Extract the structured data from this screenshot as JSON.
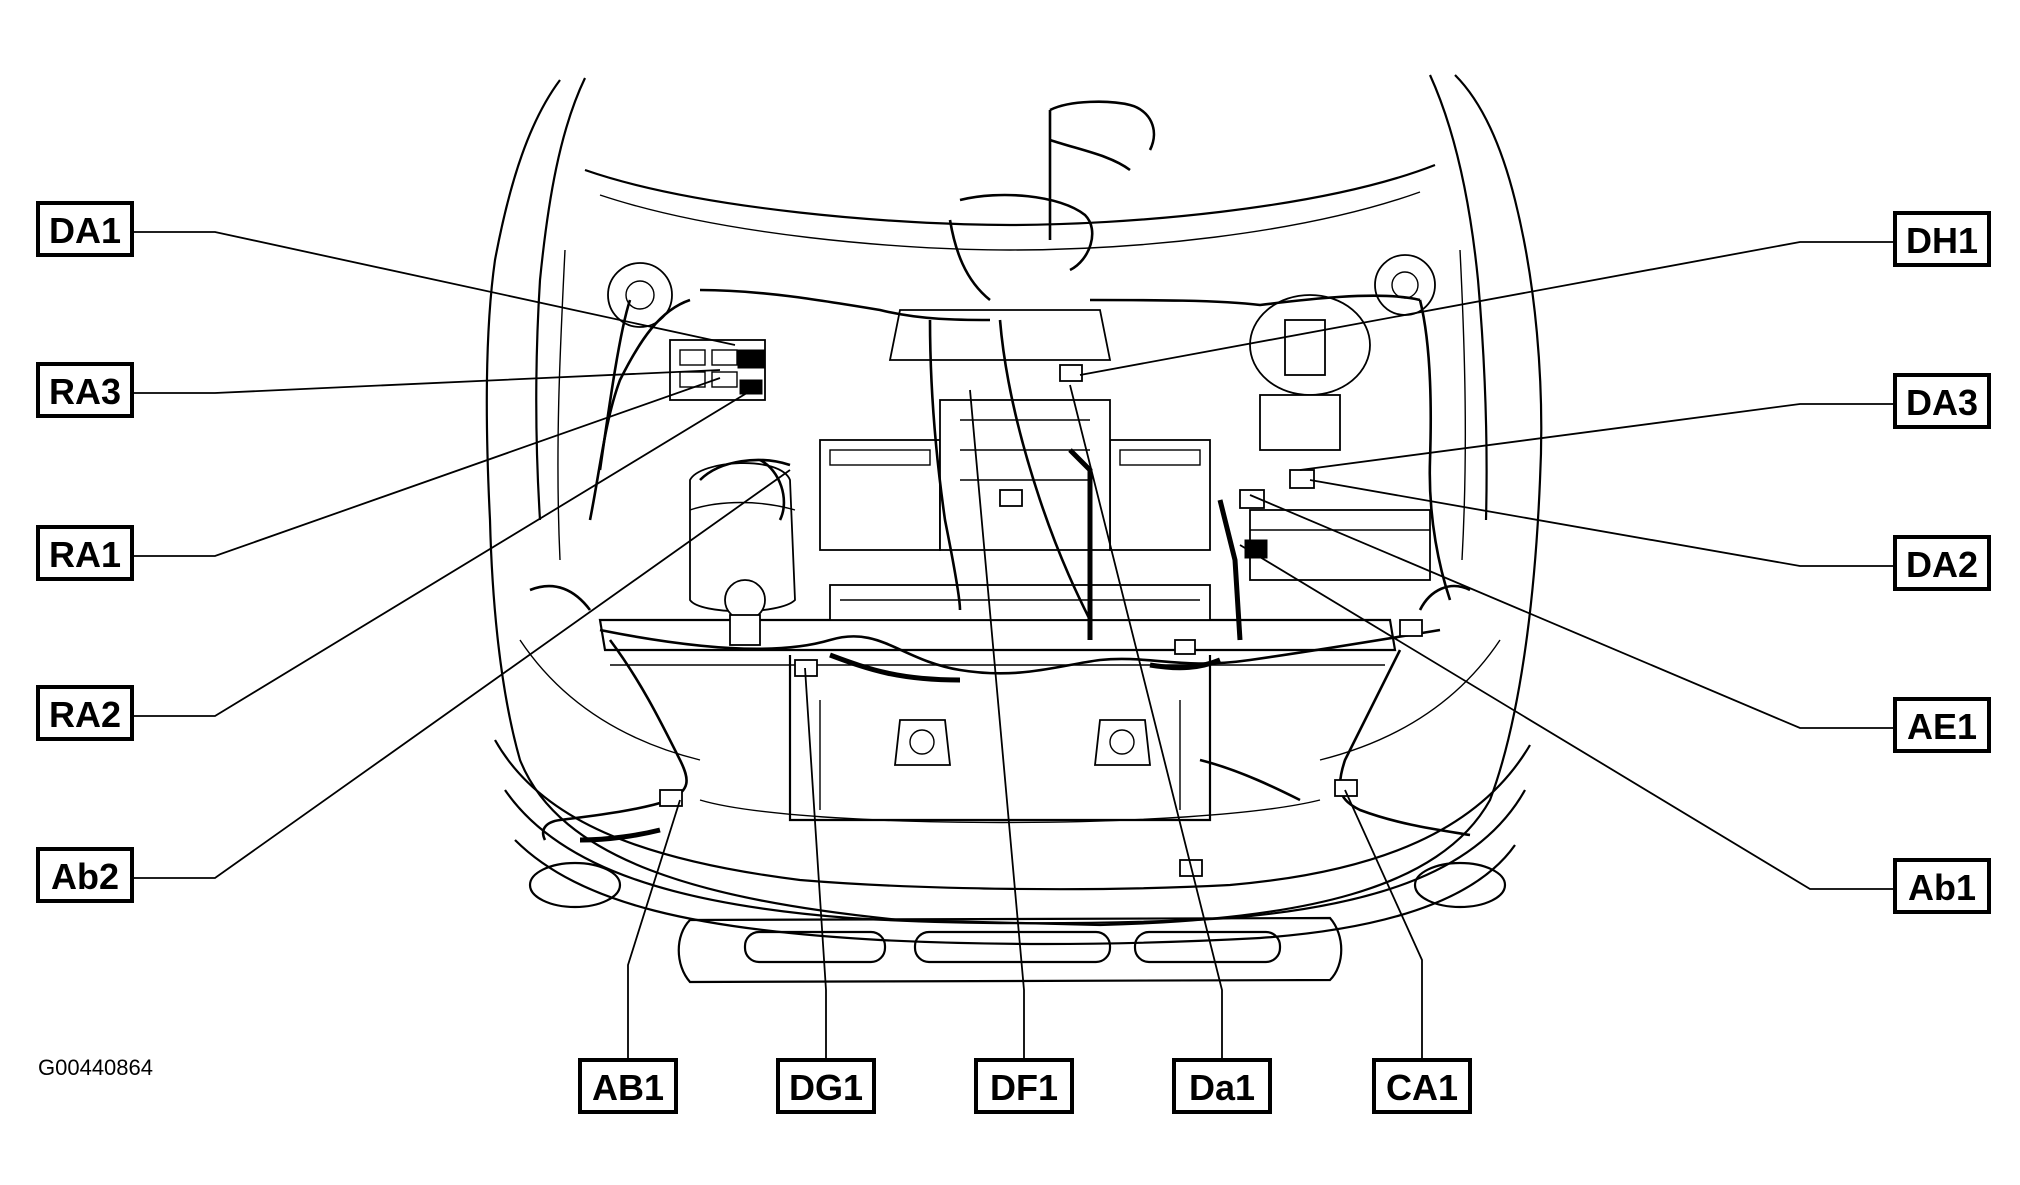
{
  "figure_id": "G00440864",
  "callouts": {
    "left": [
      "DA1",
      "RA3",
      "RA1",
      "RA2",
      "Ab2"
    ],
    "right": [
      "DH1",
      "DA3",
      "DA2",
      "AE1",
      "Ab1"
    ],
    "bottom": [
      "AB1",
      "DG1",
      "DF1",
      "Da1",
      "CA1"
    ]
  }
}
